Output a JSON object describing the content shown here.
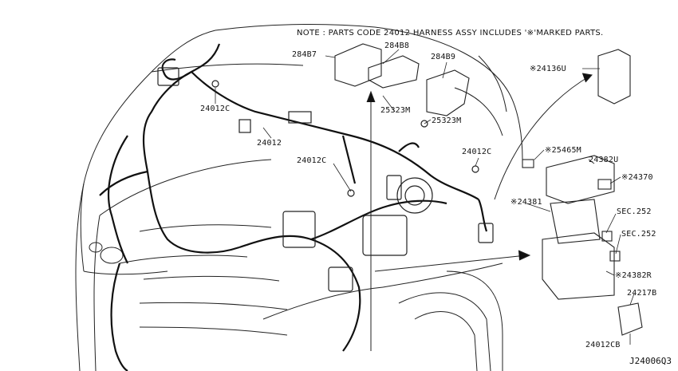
{
  "note": "NOTE : PARTS CODE 24012 HARNESS ASSY INCLUDES '※'MARKED PARTS.",
  "diagram_code": "J24006Q3",
  "callouts": [
    {
      "id": "c1",
      "text": "284B7"
    },
    {
      "id": "c2",
      "text": "284B8"
    },
    {
      "id": "c3",
      "text": "284B9"
    },
    {
      "id": "c4",
      "text": "25323M"
    },
    {
      "id": "c5",
      "text": "25323M"
    },
    {
      "id": "c6",
      "text": "24012C"
    },
    {
      "id": "c7",
      "text": "24012"
    },
    {
      "id": "c8",
      "text": "24012C"
    },
    {
      "id": "c9",
      "text": "24012C"
    },
    {
      "id": "c10",
      "text": "※24136U"
    },
    {
      "id": "c11",
      "text": "※25465M"
    },
    {
      "id": "c12",
      "text": "24382U"
    },
    {
      "id": "c13",
      "text": "※24370"
    },
    {
      "id": "c14",
      "text": "※24381"
    },
    {
      "id": "c15",
      "text": "SEC.252"
    },
    {
      "id": "c16",
      "text": "SEC.252"
    },
    {
      "id": "c17",
      "text": "※24382R"
    },
    {
      "id": "c18",
      "text": "24217B"
    },
    {
      "id": "c19",
      "text": "24012CB"
    }
  ]
}
